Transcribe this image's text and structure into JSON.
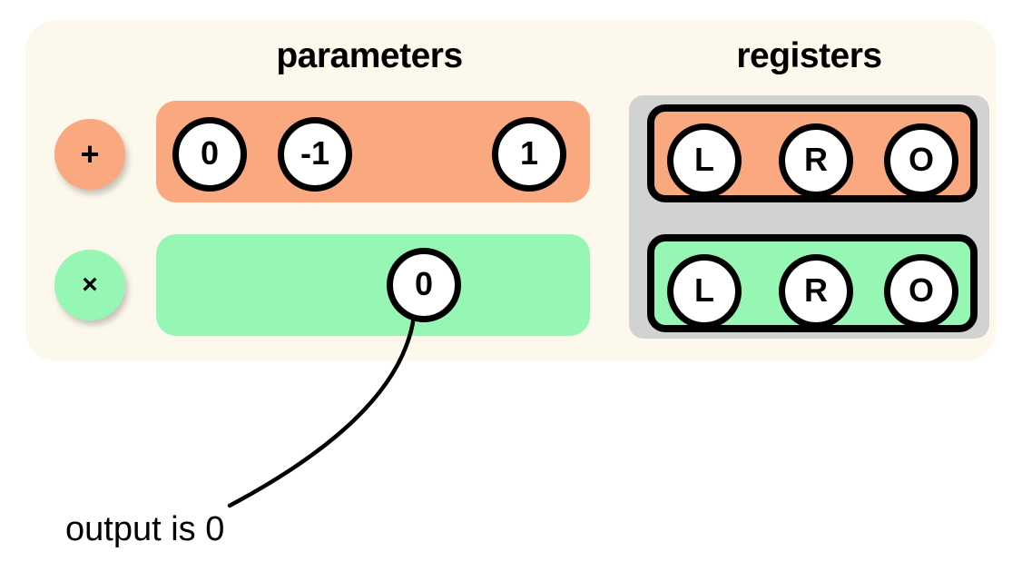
{
  "colors": {
    "card_background": "#fdf8ec",
    "page_background": "#ffffff",
    "add_row": "#f9a87f",
    "multiply_row": "#96f7b4",
    "registers_container": "#d2d2d2",
    "stroke": "#000000",
    "token_fill": "#ffffff"
  },
  "sections": {
    "parameters": {
      "heading": "parameters"
    },
    "registers": {
      "heading": "registers"
    }
  },
  "rows": [
    {
      "id": "add",
      "operator_label": "+",
      "operator_name": "addition",
      "color": "#f9a87f",
      "parameters": [
        {
          "value": "0",
          "slot": 0
        },
        {
          "value": "-1",
          "slot": 1
        },
        {
          "value": "1",
          "slot": 3
        }
      ],
      "registers": [
        "L",
        "R",
        "O"
      ]
    },
    {
      "id": "multiply",
      "operator_label": "×",
      "operator_name": "multiplication",
      "color": "#96f7b4",
      "parameters": [
        {
          "value": "0",
          "slot": 2
        }
      ],
      "registers": [
        "L",
        "R",
        "O"
      ]
    }
  ],
  "annotation": {
    "text": "output is 0",
    "points_to": "multiply-parameter-0"
  }
}
